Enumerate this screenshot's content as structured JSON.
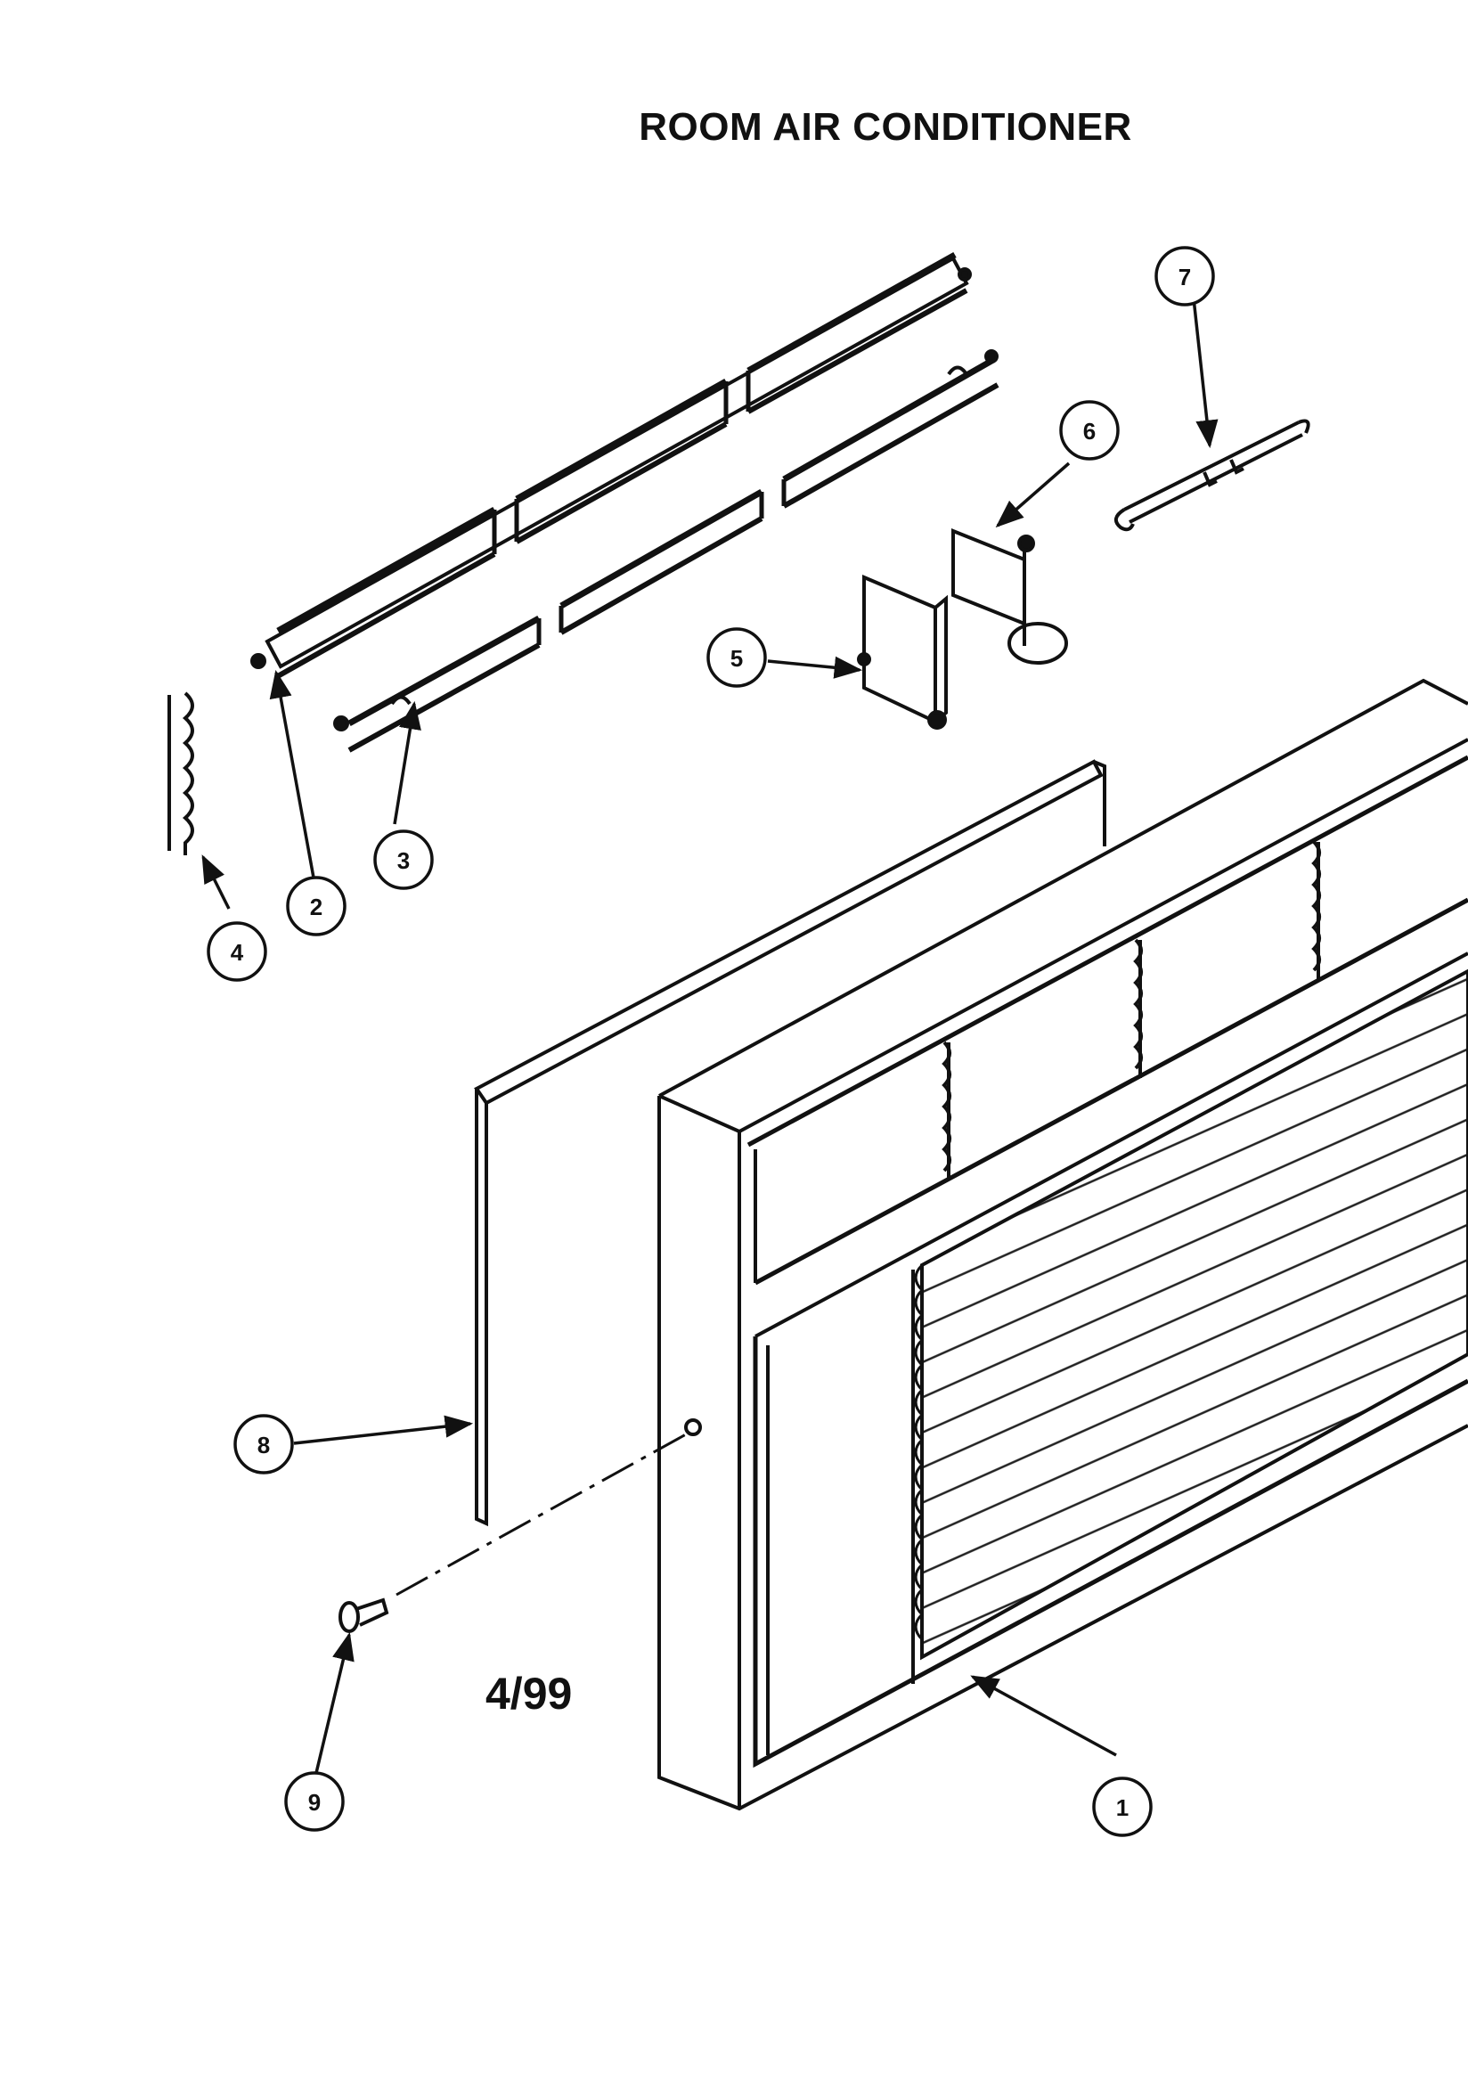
{
  "title": "ROOM AIR CONDITIONER",
  "date_code": "4/99",
  "callouts": {
    "c1": "1",
    "c2": "2",
    "c3": "3",
    "c4": "4",
    "c5": "5",
    "c6": "6",
    "c7": "7",
    "c8": "8",
    "c9": "9"
  }
}
